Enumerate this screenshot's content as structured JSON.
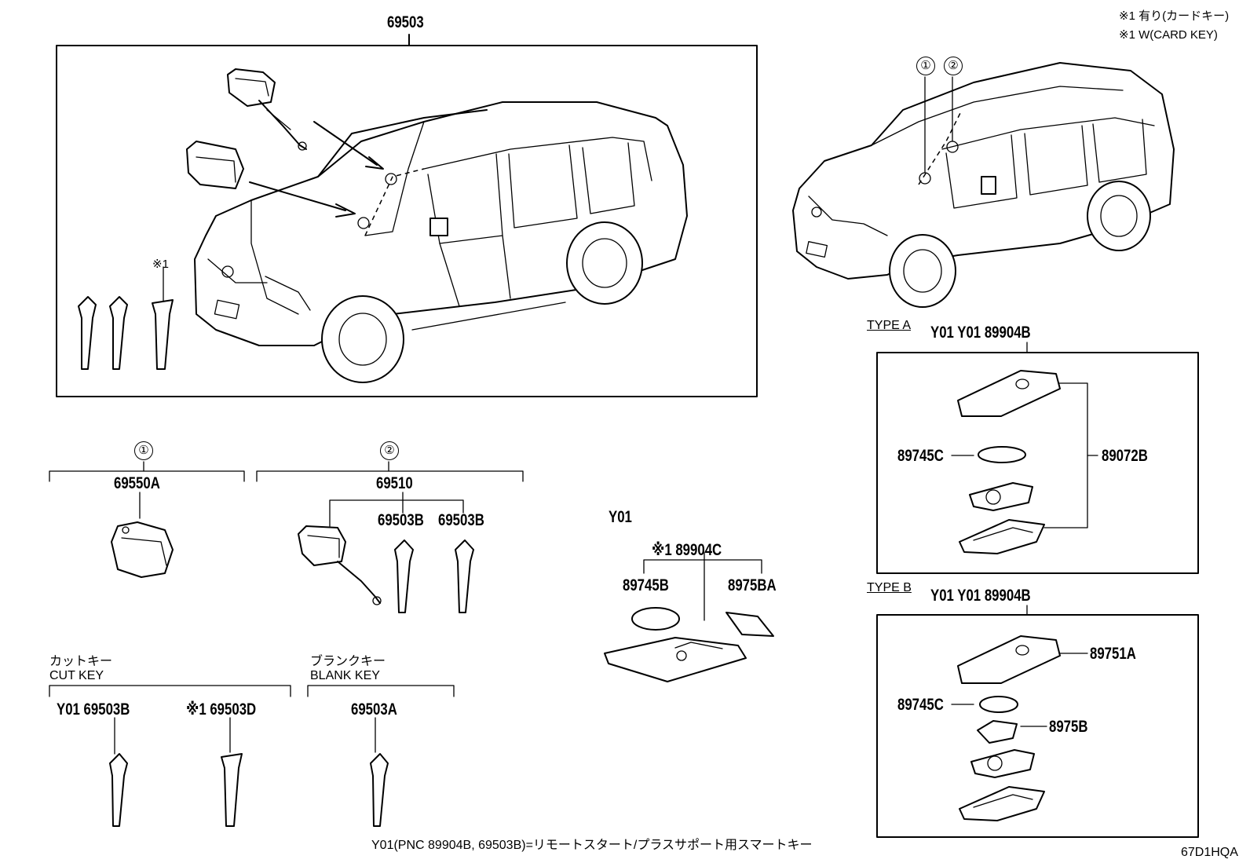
{
  "notes": {
    "note_jp": "※1 有り(カードキー)",
    "note_en": "※1 W(CARD KEY)"
  },
  "groups": {
    "assembly_main": "69503",
    "circle_1": "①",
    "circle_2": "②",
    "cylinder_part": "69550A",
    "lock_set_part": "69510",
    "key_pair_left": "69503B",
    "key_pair_right": "69503B",
    "card_key_marker": "※1",
    "y01_label": "Y01"
  },
  "card_key": {
    "header": "※1 89904C",
    "battery": "89745B",
    "key_part": "8975BA"
  },
  "cut_key": {
    "label_jp": "カットキー",
    "label_en": "CUT KEY",
    "part_left": "Y01 69503B",
    "part_right": "※1 69503D"
  },
  "blank_key": {
    "label_jp": "ブランクキー",
    "label_en": "BLANK KEY",
    "part": "69503A"
  },
  "type_a": {
    "label": "TYPE A",
    "part": "Y01 Y01 89904B",
    "battery": "89745C",
    "case": "89072B"
  },
  "type_b": {
    "label": "TYPE B",
    "part": "Y01 Y01 89904B",
    "cover": "89751A",
    "battery": "89745C",
    "key": "8975B"
  },
  "footer": {
    "remark": "Y01(PNC 89904B, 69503B)=リモートスタート/プラスサポート用スマートキー",
    "diagram_code": "67D1HQA"
  }
}
